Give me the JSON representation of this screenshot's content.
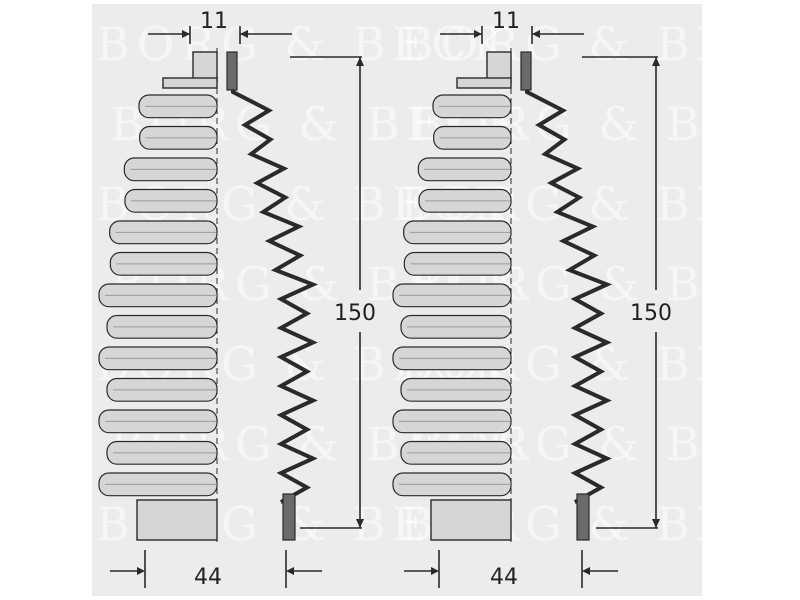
{
  "diagram": {
    "parts": [
      {
        "id": "boot-left",
        "dims": {
          "top_diameter": "11",
          "length": "150",
          "bottom_diameter": "44"
        }
      },
      {
        "id": "boot-right",
        "dims": {
          "top_diameter": "11",
          "length": "150",
          "bottom_diameter": "44"
        }
      }
    ],
    "watermark": "BORG & BECK",
    "colors": {
      "background": "#ececec",
      "outline": "#2a2a2a",
      "fill": "#d6d6d6",
      "highlight": "#6a6a6a"
    }
  }
}
